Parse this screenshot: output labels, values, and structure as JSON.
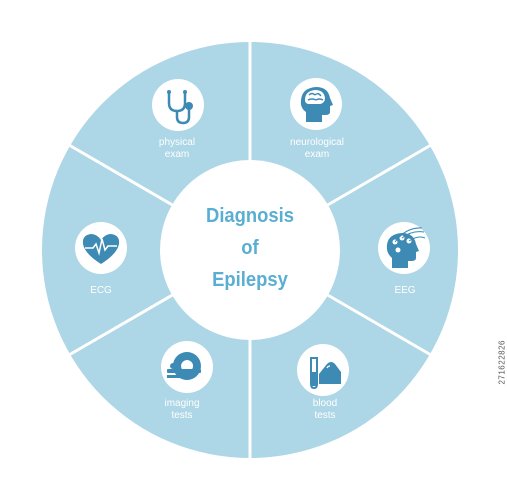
{
  "title": {
    "line1": "Diagnosis",
    "line2": "of",
    "line3": "Epilepsy"
  },
  "segments": [
    {
      "id": "physical-exam",
      "line1": "physical",
      "line2": "exam",
      "icon": "stethoscope-icon"
    },
    {
      "id": "neurological-exam",
      "line1": "neurological",
      "line2": "exam",
      "icon": "brain-head-icon"
    },
    {
      "id": "eeg",
      "line1": "EEG",
      "line2": "",
      "icon": "eeg-head-icon"
    },
    {
      "id": "blood-tests",
      "line1": "blood",
      "line2": "tests",
      "icon": "blood-tube-icon"
    },
    {
      "id": "imaging-tests",
      "line1": "imaging",
      "line2": "tests",
      "icon": "mri-scanner-icon"
    },
    {
      "id": "ecg",
      "line1": "ECG",
      "line2": "",
      "icon": "heart-ecg-icon"
    }
  ],
  "stock_id": "271622826",
  "colors": {
    "segment": "#add6e6",
    "icon": "#3d8bb5",
    "title": "#5aaed3",
    "separator": "#ffffff"
  }
}
